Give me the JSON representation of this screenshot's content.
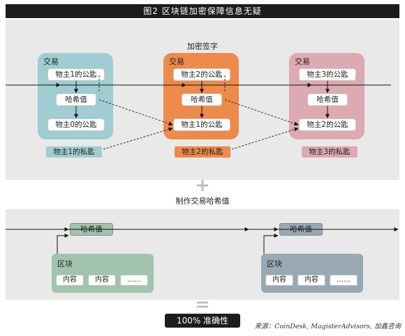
{
  "header": {
    "title": "图2  区块链加密保障信息无疑"
  },
  "signature_section": {
    "title": "加密签字",
    "transactions": [
      {
        "label": "交易",
        "pubkey_top": "物主1的公匙",
        "hash": "哈希值",
        "pubkey_bottom": "物主0的公匙",
        "private_key": "物主1的私匙",
        "color": "#9fcdd1",
        "key_color": "#9fcdd1"
      },
      {
        "label": "交易",
        "pubkey_top": "物主2的公匙",
        "hash": "哈希值",
        "pubkey_bottom": "物主1的公匙",
        "private_key": "物主2的私匙",
        "color": "#ee8a4a",
        "key_color": "#ee8a4a"
      },
      {
        "label": "交易",
        "pubkey_top": "物主3的公匙",
        "hash": "哈希值",
        "pubkey_bottom": "物主2的公匙",
        "private_key": "物主3的私匙",
        "color": "#dcaab0",
        "key_color": "#dcaab0"
      }
    ]
  },
  "plus_symbol": "+",
  "hash_section": {
    "title": "制作交易哈希值",
    "blocks": [
      {
        "hash": "哈希值",
        "label": "区块",
        "contents": [
          "内容",
          "内容",
          "……"
        ],
        "color": "#a2c4ae",
        "hash_color": "#a2c4ae"
      },
      {
        "hash": "哈希值",
        "label": "区块",
        "contents": [
          "内容",
          "内容",
          "……"
        ],
        "color": "#98a9b3",
        "hash_color": "#98a9b3"
      }
    ]
  },
  "equals_symbol": "=",
  "result": {
    "label": "100% 准确性"
  },
  "source": {
    "text": "来源：CoinDesk, MagisterAdvisors, 加鑫咨询"
  }
}
